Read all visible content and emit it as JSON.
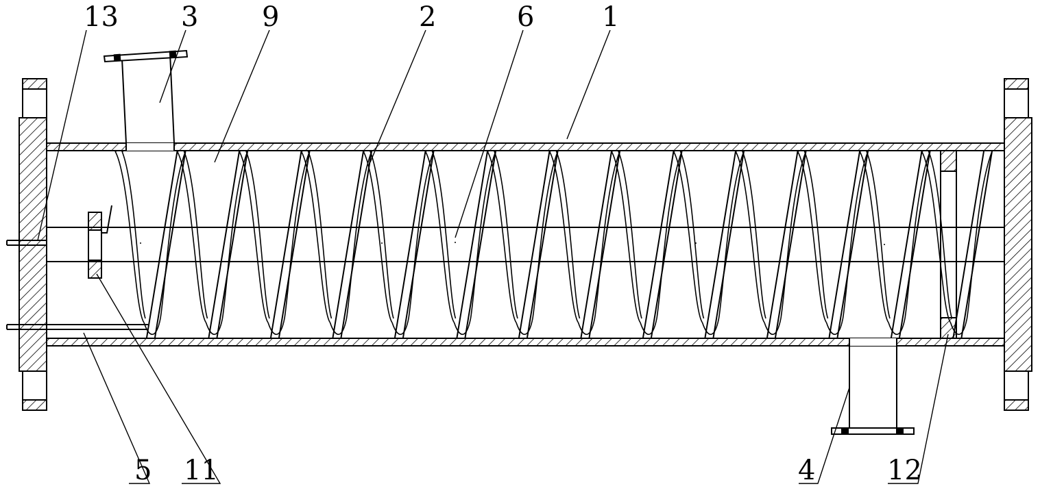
{
  "diagram": {
    "labels": [
      {
        "id": "label-13",
        "text": "13"
      },
      {
        "id": "label-3",
        "text": "3"
      },
      {
        "id": "label-9",
        "text": "9"
      },
      {
        "id": "label-2",
        "text": "2"
      },
      {
        "id": "label-6",
        "text": "6"
      },
      {
        "id": "label-1",
        "text": "1"
      },
      {
        "id": "label-5",
        "text": "5"
      },
      {
        "id": "label-11",
        "text": "11"
      },
      {
        "id": "label-4",
        "text": "4"
      },
      {
        "id": "label-12",
        "text": "12"
      }
    ],
    "colors": {
      "line": "#000000",
      "background": "#ffffff"
    }
  }
}
